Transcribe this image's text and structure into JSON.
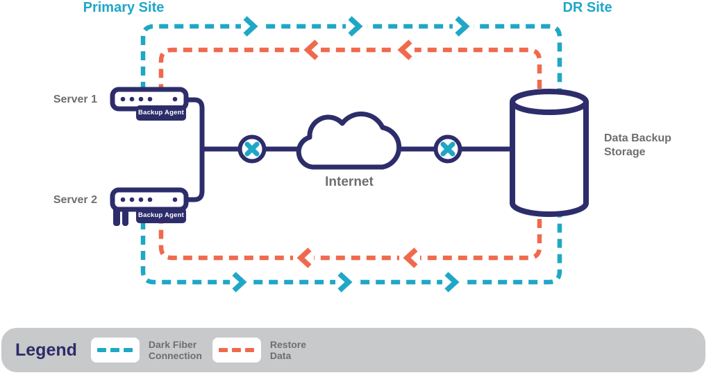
{
  "colors": {
    "teal": "#1fa7c6",
    "orange": "#ef6a4d",
    "navy": "#2d2d6b",
    "gray_text": "#6d6e71",
    "legend_bg": "#c8c9ca",
    "site_title": "#1fa7c6"
  },
  "diagram": {
    "primary_site": "Primary Site",
    "dr_site": "DR Site",
    "servers": [
      {
        "label": "Server 1",
        "badge": "Backup Agent"
      },
      {
        "label": "Server 2",
        "badge": "Backup Agent"
      }
    ],
    "internet": "Internet",
    "storage": "Data Backup Storage"
  },
  "legend": {
    "title": "Legend",
    "items": [
      {
        "label": "Dark Fiber Connection",
        "color": "#1fa7c6",
        "style": "dashed",
        "direction": "primary-to-dr"
      },
      {
        "label": "Restore Data",
        "color": "#ef6a4d",
        "style": "dashed",
        "direction": "dr-to-primary"
      }
    ]
  }
}
